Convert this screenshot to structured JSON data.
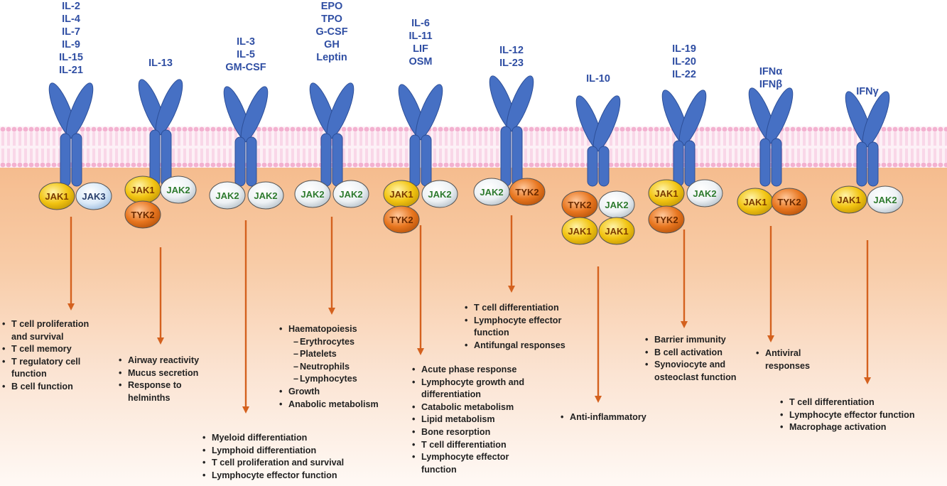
{
  "colors": {
    "receptor": "#4670c4",
    "arrow": "#d4611e",
    "jak_yellow": "#f2c412",
    "jak_white": "#f1f4f7",
    "jak_orange": "#e8761f",
    "ligand_text": "#2f4ea3",
    "membrane_pink": "#f3b1d0"
  },
  "icons": [
    "receptor-dimer-icon",
    "jak-kinase-circle-icon",
    "signal-arrow-icon",
    "phospholipid-bilayer-icon"
  ],
  "columns": [
    {
      "id": "il2",
      "ligands": [
        "IL-2",
        "IL-4",
        "IL-7",
        "IL-9",
        "IL-15",
        "IL-21"
      ],
      "kinases": [
        {
          "label": "JAK1",
          "type": "yellow"
        },
        {
          "label": "JAK3",
          "type": "blue"
        }
      ],
      "outcomes": [
        "T cell proliferation",
        "and survival",
        "T cell memory",
        "T regulatory cell",
        "function",
        "B cell function"
      ]
    },
    {
      "id": "il13",
      "ligands": [
        "IL-13"
      ],
      "kinases": [
        {
          "label": "JAK1",
          "type": "yellow"
        },
        {
          "label": "JAK2",
          "type": "white"
        },
        {
          "label": "TYK2",
          "type": "orange"
        }
      ],
      "outcomes": [
        "Airway reactivity",
        "Mucus secretion",
        "Response to",
        "helminths"
      ]
    },
    {
      "id": "il3",
      "ligands": [
        "IL-3",
        "IL-5",
        "GM-CSF"
      ],
      "kinases": [
        {
          "label": "JAK2",
          "type": "white"
        },
        {
          "label": "JAK2",
          "type": "white"
        }
      ],
      "outcomes": [
        "Myeloid differentiation",
        "Lymphoid differentiation",
        "T cell proliferation  and survival",
        "Lymphocyte effector function"
      ]
    },
    {
      "id": "epo",
      "ligands": [
        "EPO",
        "TPO",
        "G-CSF",
        "GH",
        "Leptin"
      ],
      "kinases": [
        {
          "label": "JAK2",
          "type": "white"
        },
        {
          "label": "JAK2",
          "type": "white"
        }
      ],
      "outcomes": [
        "Haematopoiesis",
        "Erythrocytes",
        "Platelets",
        "Neutrophils",
        "Lymphocytes",
        "Growth",
        "Anabolic metabolism"
      ]
    },
    {
      "id": "il6",
      "ligands": [
        "IL-6",
        "IL-11",
        "LIF",
        "OSM"
      ],
      "kinases": [
        {
          "label": "JAK1",
          "type": "yellow"
        },
        {
          "label": "JAK2",
          "type": "white"
        },
        {
          "label": "TYK2",
          "type": "orange"
        }
      ],
      "outcomes": [
        "Acute phase response",
        "Lymphocyte growth and",
        "differentiation",
        "Catabolic metabolism",
        "Lipid metabolism",
        "Bone resorption",
        "T cell differentiation",
        "Lymphocyte effector",
        "function"
      ]
    },
    {
      "id": "il12",
      "ligands": [
        "IL-12",
        "IL-23"
      ],
      "kinases": [
        {
          "label": "JAK2",
          "type": "white"
        },
        {
          "label": "TYK2",
          "type": "orange"
        }
      ],
      "outcomes": [
        "T cell differentiation",
        "Lymphocyte effector",
        "function",
        "Antifungal responses"
      ]
    },
    {
      "id": "il10",
      "ligands": [
        "IL-10"
      ],
      "kinases": [
        {
          "label": "TYK2",
          "type": "orange"
        },
        {
          "label": "JAK2",
          "type": "white"
        },
        {
          "label": "JAK1",
          "type": "yellow"
        },
        {
          "label": "JAK1",
          "type": "yellow"
        }
      ],
      "outcomes": [
        "Anti-inflammatory"
      ]
    },
    {
      "id": "il19",
      "ligands": [
        "IL-19",
        "IL-20",
        "IL-22"
      ],
      "kinases": [
        {
          "label": "JAK1",
          "type": "yellow"
        },
        {
          "label": "JAK2",
          "type": "white"
        },
        {
          "label": "TYK2",
          "type": "orange"
        }
      ],
      "outcomes": [
        "Barrier immunity",
        "B cell activation",
        "Synoviocyte and",
        "osteoclast function"
      ]
    },
    {
      "id": "ifna",
      "ligands": [
        "IFNα",
        "IFNβ"
      ],
      "kinases": [
        {
          "label": "JAK1",
          "type": "yellow"
        },
        {
          "label": "TYK2",
          "type": "orange"
        }
      ],
      "outcomes": [
        "Antiviral",
        "responses"
      ]
    },
    {
      "id": "ifng",
      "ligands": [
        "IFNγ"
      ],
      "kinases": [
        {
          "label": "JAK1",
          "type": "yellow"
        },
        {
          "label": "JAK2",
          "type": "white"
        }
      ],
      "outcomes": [
        "T cell differentiation",
        "Lymphocyte effector function",
        "Macrophage  activation"
      ]
    }
  ]
}
